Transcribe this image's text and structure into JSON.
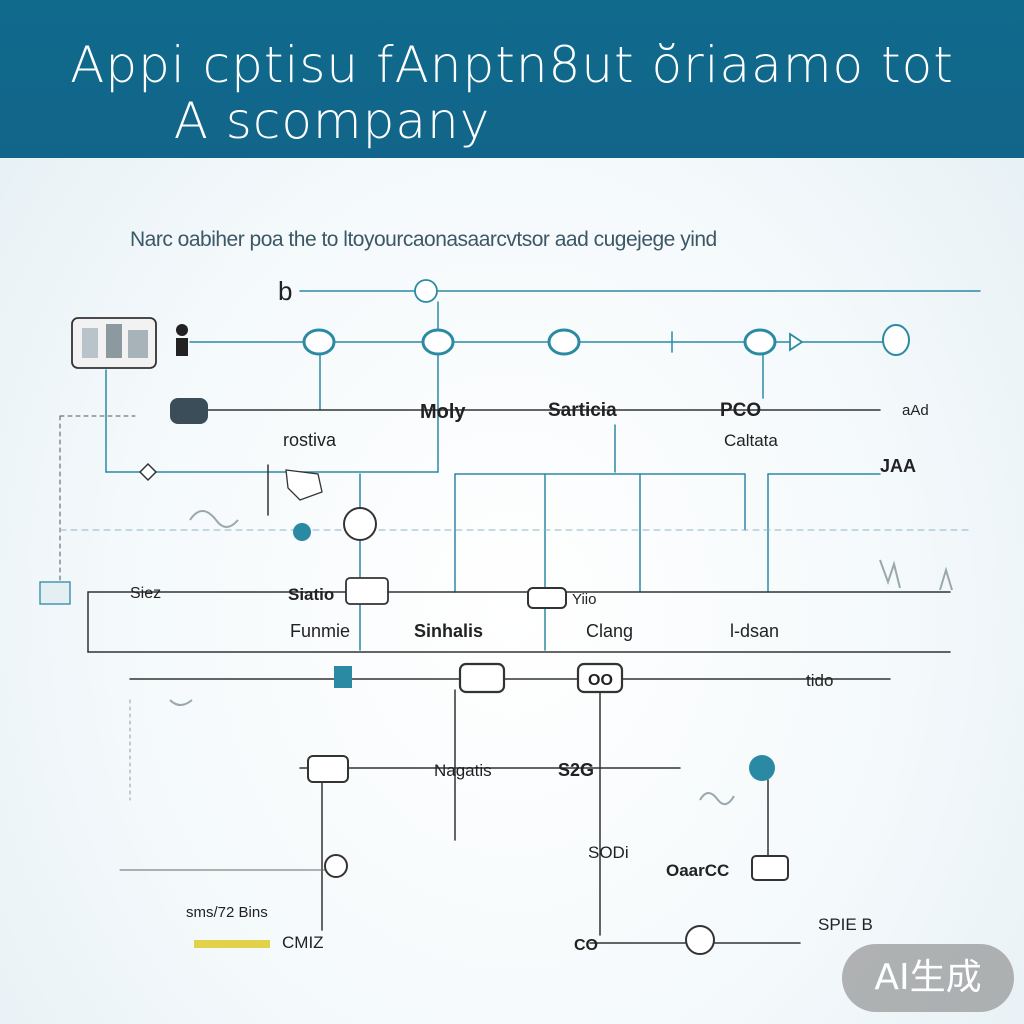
{
  "header": {
    "title_line1": "Appi cptisu fAnptn8ut ŏriaamo tot",
    "title_line2": "A scompany",
    "background": "#12658a"
  },
  "subtitle": "Narc oabiher poa the to ltoyourcaonasaarcvtsor aad cugejege yind",
  "colors": {
    "accent": "#2b8aa3",
    "line": "#333333",
    "dashed": "#8fb6c2"
  },
  "labels": {
    "b": "b",
    "moly": "Moly",
    "sarticia": "Sarticia",
    "pco": "PCO",
    "aad": "aAd",
    "rostva": "rostiva",
    "caltata": "Caltata",
    "jaa": "JAA",
    "siatio": "Siatio",
    "siez": "Siez",
    "yiio": "Yiio",
    "funmie": "Funmie",
    "sinhalis": "Sinhalis",
    "clang": "Clang",
    "ldsan": "l-dsan",
    "oo": "OO",
    "tido": "tido",
    "nagatis": "Nagatis",
    "s2g": "S2G",
    "sodi": "SODi",
    "oaarcc": "OaarCC",
    "speb": "SPIE B",
    "sms": "sms/72 Bins",
    "cmiz": "CMIZ",
    "co": "CO"
  },
  "watermark": "AI生成"
}
